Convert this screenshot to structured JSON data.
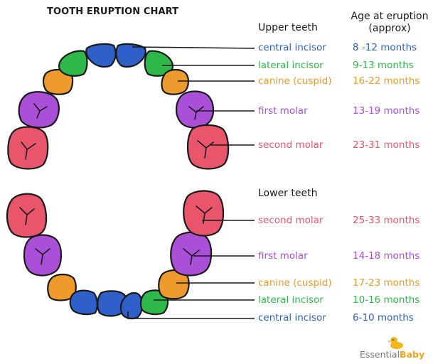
{
  "title": "TOOTH ERUPTION CHART",
  "age_header_line1": "Age at eruption",
  "age_header_line2": "(approx)",
  "upper": {
    "heading": "Upper teeth",
    "rows": [
      {
        "name": "central incisor",
        "age": "8 -12 months",
        "color": "#2f5fc8"
      },
      {
        "name": "lateral incisor",
        "age": "9-13 months",
        "color": "#2eb84a"
      },
      {
        "name": "canine (cuspid)",
        "age": "16-22 months",
        "color": "#ee9a2c"
      },
      {
        "name": "first molar",
        "age": "13-19 months",
        "color": "#a94fd8"
      },
      {
        "name": "second molar",
        "age": "23-31 months",
        "color": "#e9566b"
      }
    ]
  },
  "lower": {
    "heading": "Lower teeth",
    "rows": [
      {
        "name": "second molar",
        "age": "25-33 months",
        "color": "#e9566b"
      },
      {
        "name": "first molar",
        "age": "14-18 months",
        "color": "#a94fd8"
      },
      {
        "name": "canine (cuspid)",
        "age": "17-23 months",
        "color": "#ee9a2c"
      },
      {
        "name": "lateral incisor",
        "age": "10-16 months",
        "color": "#2eb84a"
      },
      {
        "name": "central incisor",
        "age": "6-10 months",
        "color": "#2f5fc8"
      }
    ]
  },
  "logo": {
    "part1": "Essential",
    "part2": "Baby",
    "icon": "duck-icon"
  }
}
